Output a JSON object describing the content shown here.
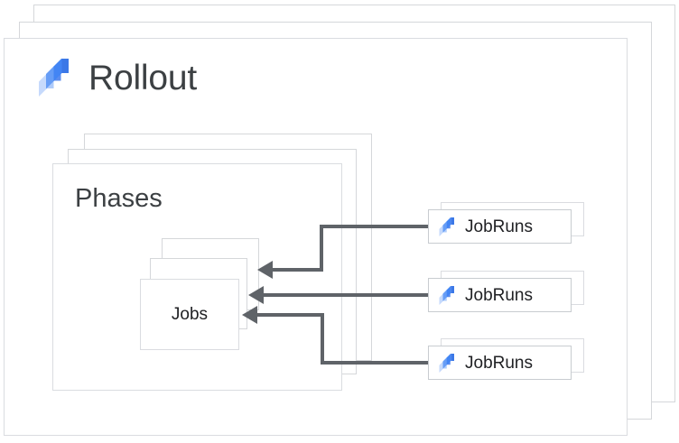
{
  "diagram": {
    "title": "Rollout",
    "type": "hierarchy-diagram",
    "colors": {
      "card_border": "#dadce0",
      "card_background": "#ffffff",
      "text_primary": "#202124",
      "title_text": "#3c4043",
      "connector": "#5f6368",
      "logo_blue_dark": "#4285f4",
      "logo_blue_mid": "#669df6",
      "logo_blue_light": "#c6dafc"
    }
  },
  "rollout": {
    "label": "Rollout",
    "logo_icon": "rollout-logo-icon",
    "stack_count": 3
  },
  "phases": {
    "label": "Phases",
    "stack_count": 3
  },
  "jobs": {
    "label": "Jobs",
    "stack_count": 3
  },
  "job_runs": [
    {
      "label": "JobRuns",
      "logo_icon": "jobrun-logo-icon",
      "stack_count": 2,
      "connector": "elbow-down-left"
    },
    {
      "label": "JobRuns",
      "logo_icon": "jobrun-logo-icon",
      "stack_count": 2,
      "connector": "straight-left"
    },
    {
      "label": "JobRuns",
      "logo_icon": "jobrun-logo-icon",
      "stack_count": 2,
      "connector": "elbow-up-left"
    }
  ]
}
